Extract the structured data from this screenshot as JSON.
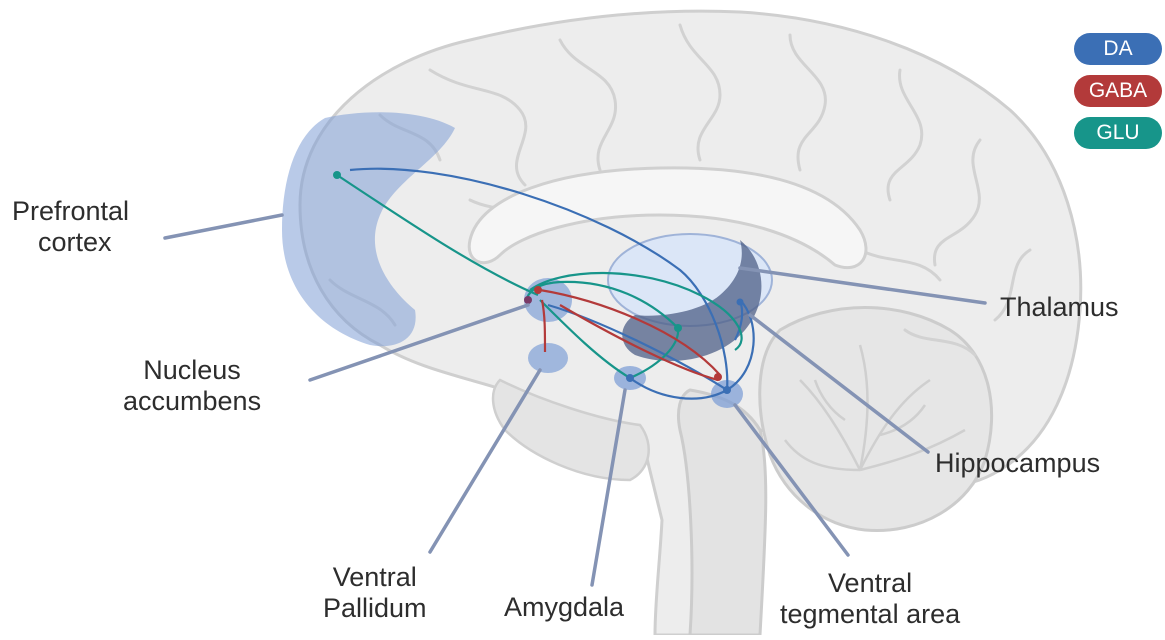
{
  "colors": {
    "dopamine": "#3b6fb5",
    "gaba": "#b33a3a",
    "glutamate": "#17958a",
    "region_fill": "#7f9fd6",
    "thalamus_fill": "#dbe6f7",
    "leader_line": "#8493b4",
    "brain_fill": "#ededed",
    "brain_outline": "#c9c9c9"
  },
  "legend": [
    {
      "key": "da",
      "label": "DA",
      "color": "#3b6fb5"
    },
    {
      "key": "gaba",
      "label": "GABA",
      "color": "#b33a3a"
    },
    {
      "key": "glu",
      "label": "GLU",
      "color": "#17958a"
    }
  ],
  "labels": {
    "prefrontal_cortex": [
      "Prefrontal",
      "cortex"
    ],
    "nucleus_accumbens": [
      "Nucleus",
      "accumbens"
    ],
    "ventral_pallidum": [
      "Ventral",
      "Pallidum"
    ],
    "amygdala": [
      "Amygdala"
    ],
    "ventral_tegmental_area": [
      "Ventral",
      "tegmental area"
    ],
    "hippocampus": [
      "Hippocampus"
    ],
    "thalamus": [
      "Thalamus"
    ]
  }
}
